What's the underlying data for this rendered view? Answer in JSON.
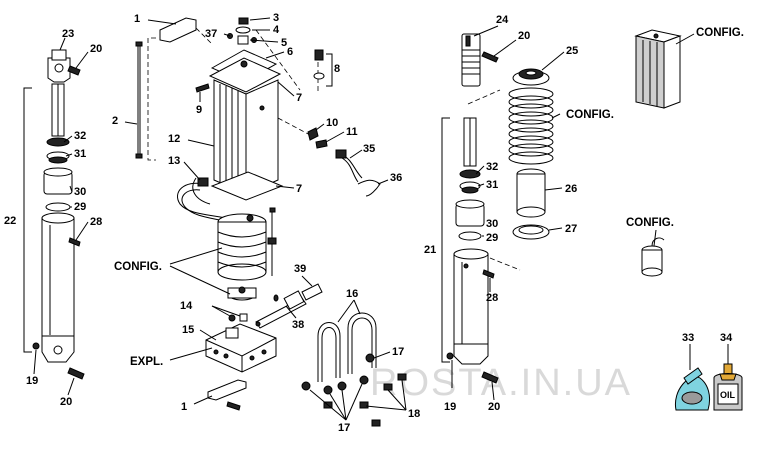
{
  "watermark": "ROSTA.IN.UA",
  "callouts": {
    "c1a": "1",
    "c2": "2",
    "c3": "3",
    "c4": "4",
    "c5": "5",
    "c6": "6",
    "c7a": "7",
    "c7b": "7",
    "c8": "8",
    "c9": "9",
    "c10": "10",
    "c11": "11",
    "c12": "12",
    "c13": "13",
    "c14": "14",
    "c15": "15",
    "c16": "16",
    "c17a": "17",
    "c17b": "17",
    "c18": "18",
    "c19a": "19",
    "c19b": "19",
    "c20a": "20",
    "c20b": "20",
    "c20c": "20",
    "c20d": "20",
    "c21": "21",
    "c22": "22",
    "c23": "23",
    "c24": "24",
    "c25": "25",
    "c26": "26",
    "c27": "27",
    "c28a": "28",
    "c28b": "28",
    "c29a": "29",
    "c29b": "29",
    "c30a": "30",
    "c30b": "30",
    "c31a": "31",
    "c31b": "31",
    "c32a": "32",
    "c32b": "32",
    "c33": "33",
    "c34": "34",
    "c35": "35",
    "c36": "36",
    "c37": "37",
    "c38": "38",
    "c39": "39",
    "c1b": "1"
  },
  "words": {
    "config_pump": "CONFIG.",
    "config_tank": "CONFIG.",
    "config_spring": "CONFIG.",
    "config_coil": "CONFIG.",
    "expl": "EXPL."
  },
  "icons": {
    "oil_can_label": "OIL"
  }
}
